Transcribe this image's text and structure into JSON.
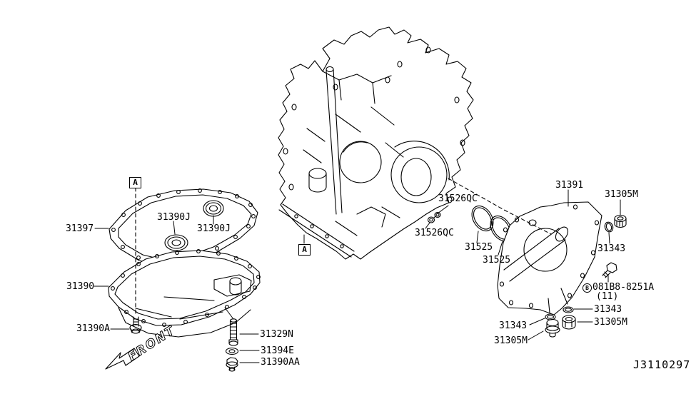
{
  "diagram": {
    "drawing_code": "J3110297",
    "front_indicator": "FRONT",
    "detail_markers": [
      "A",
      "A"
    ],
    "colors": {
      "background": "#ffffff",
      "line": "#000000"
    },
    "oil_pan_group": {
      "gasket": "31397",
      "drain_plug_gasket_1": "31390J",
      "drain_plug_gasket_2": "31390J",
      "oil_pan": "31390",
      "pan_bolt": "31390A",
      "long_bolt": "31329N",
      "washer": "31394E",
      "drain_plug": "31390AA"
    },
    "seal_group": {
      "small_oring_upper": "31526QC",
      "small_oring_lower": "31526QC",
      "large_oring_upper": "31525",
      "large_oring_lower": "31525"
    },
    "side_cover_group": {
      "side_cover": "31391",
      "plug_top": "31305M",
      "oring_top": "31343",
      "bolt_prefix": "B",
      "bolt_number": "081B8-8251A",
      "bolt_quantity": "(11)",
      "oring_right": "31343",
      "plug_right": "31305M",
      "oring_left": "31343",
      "plug_left": "31305M"
    }
  }
}
